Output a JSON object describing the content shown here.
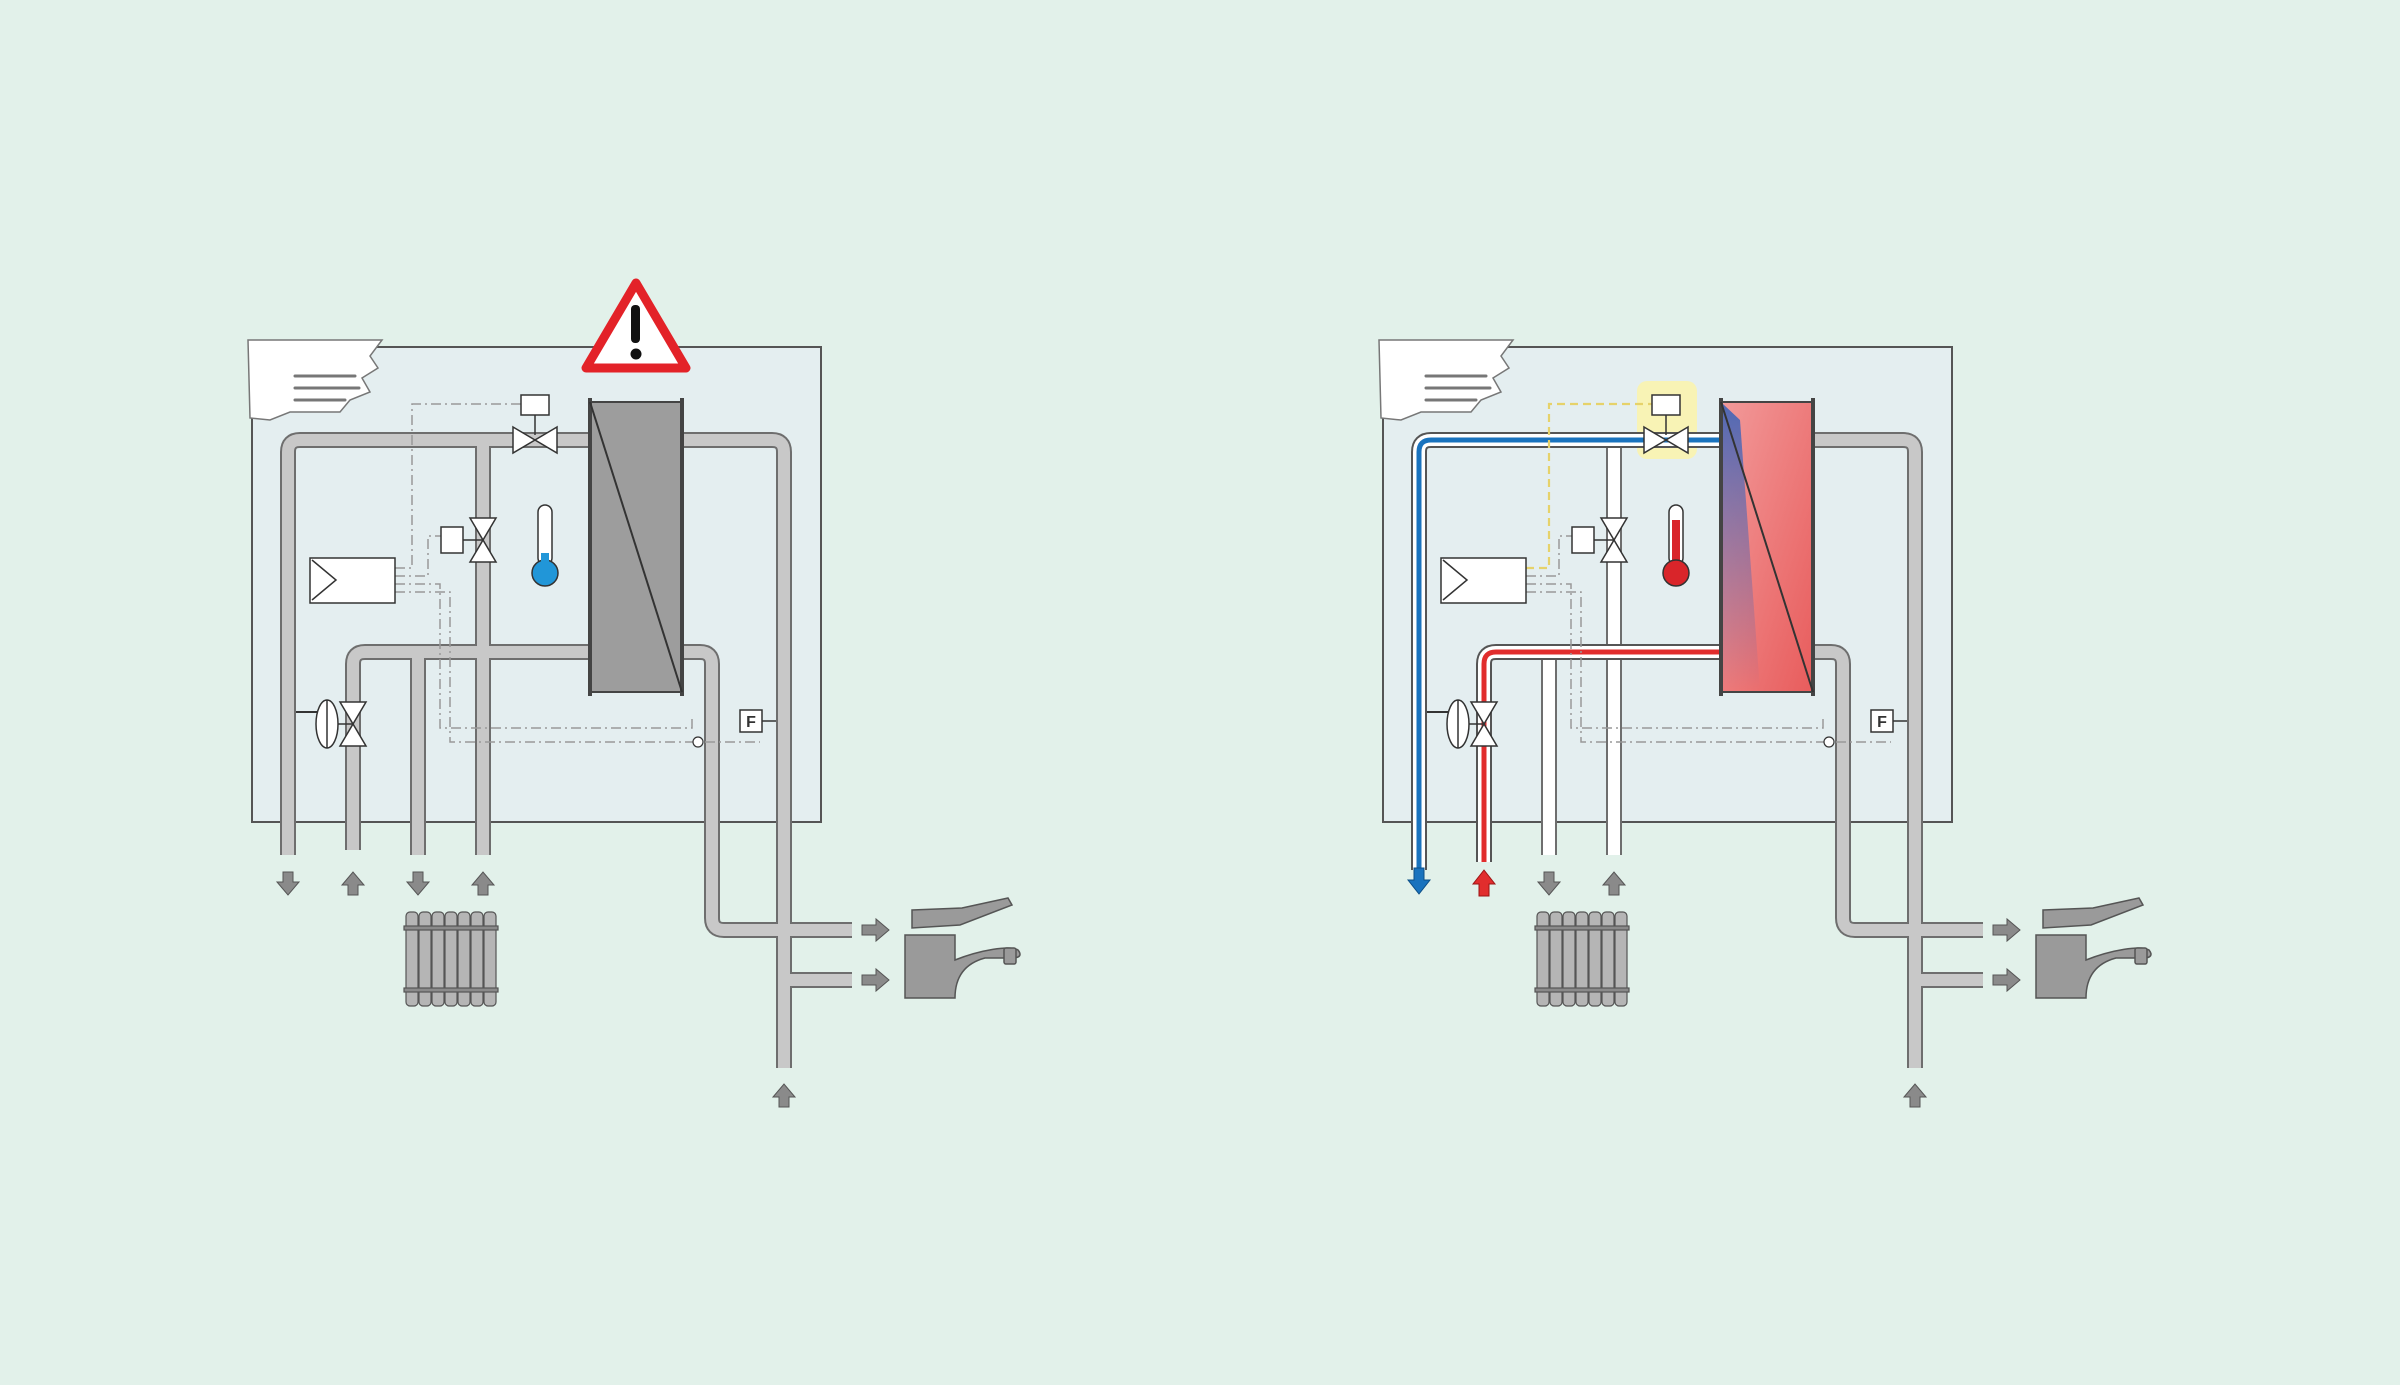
{
  "colors": {
    "background": "#e2f1ea",
    "panel": "#e4eef0",
    "pipe_grey": "#c8c8c8",
    "pipe_outline": "#6e6e6e",
    "cold_blue": "#1a73be",
    "hot_red": "#e12d2d",
    "thermo_cold": "#2196d8",
    "thermo_hot": "#d9252a",
    "warning_red": "#e32228",
    "highlight_yellow": "#f8f3b5",
    "signal_yellow": "#e6d26a",
    "exchanger_grey": "#9d9d9d",
    "exchanger_hot": "#ee6666"
  },
  "icons": {
    "warning": "warning-triangle-icon",
    "thermometer": "thermometer-icon",
    "radiator": "radiator-icon",
    "tap": "tap-faucet-icon",
    "valve": "valve-icon",
    "flow_sensor": "flow-sensor-icon",
    "control_unit": "control-unit-icon",
    "heat_exchanger": "heat-exchanger-icon"
  },
  "diagrams": [
    {
      "id": "fault-state",
      "state": "cold",
      "warning": true,
      "highlight": false
    },
    {
      "id": "working-state",
      "state": "hot",
      "warning": false,
      "highlight": true
    }
  ],
  "flow_sensor_label": "F"
}
